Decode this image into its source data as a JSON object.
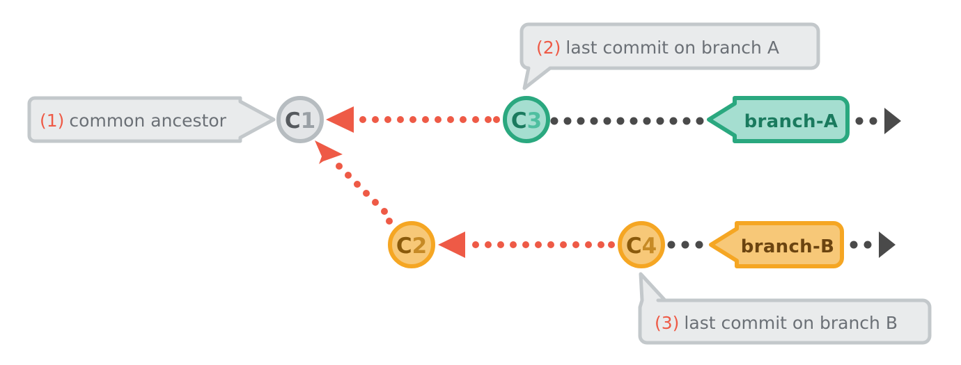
{
  "diagram": {
    "title": "git branch merge-base diagram",
    "background": "#ffffff"
  },
  "callouts": [
    {
      "id": "callout-1",
      "number": "(1)",
      "text": "common ancestor",
      "fill": "#e9ebec",
      "stroke": "#c3c8cb",
      "number_color": "#ee5a46",
      "text_color": "#6b7076",
      "points_to": "C1",
      "tail": "right"
    },
    {
      "id": "callout-2",
      "number": "(2)",
      "text": "last commit on branch A",
      "fill": "#e9ebec",
      "stroke": "#c3c8cb",
      "number_color": "#ee5a46",
      "text_color": "#6b7076",
      "points_to": "C3",
      "tail": "bottom-left"
    },
    {
      "id": "callout-3",
      "number": "(3)",
      "text": "last commit on branch B",
      "fill": "#e9ebec",
      "stroke": "#c3c8cb",
      "number_color": "#ee5a46",
      "text_color": "#6b7076",
      "points_to": "C4",
      "tail": "top-left"
    }
  ],
  "commits": [
    {
      "id": "C1",
      "label_c": "C",
      "label_n": "1",
      "fill": "#e3e5e7",
      "stroke": "#b6bcc0",
      "c_color": "#55595d",
      "n_color": "#9aa0a5"
    },
    {
      "id": "C2",
      "label_c": "C",
      "label_n": "2",
      "fill": "#f7c878",
      "stroke": "#f5a623",
      "c_color": "#8a5a0b",
      "n_color": "#c68a26"
    },
    {
      "id": "C3",
      "label_c": "C",
      "label_n": "3",
      "fill": "#a5ded0",
      "stroke": "#2aa87f",
      "c_color": "#1a7a5e",
      "n_color": "#4fbfa0"
    },
    {
      "id": "C4",
      "label_c": "C",
      "label_n": "4",
      "fill": "#f7c878",
      "stroke": "#f5a623",
      "c_color": "#8a5a0b",
      "n_color": "#c68a26"
    }
  ],
  "branches": [
    {
      "id": "branch-A",
      "label": "branch-A",
      "fill": "#a5ded0",
      "stroke": "#2aa87f",
      "text_color": "#1a7a5e"
    },
    {
      "id": "branch-B",
      "label": "branch-B",
      "fill": "#f7c878",
      "stroke": "#f5a623",
      "text_color": "#6b4410"
    }
  ],
  "edges": [
    {
      "id": "edge-C3-to-C1",
      "from": "C3",
      "to": "C1",
      "style": "dotted",
      "color": "#ee5a46",
      "arrow": "left",
      "dot_count": 13
    },
    {
      "id": "edge-C2-to-C1",
      "from": "C2",
      "to": "C1",
      "style": "dotted",
      "color": "#ee5a46",
      "arrow": "up-left",
      "dot_count": 7
    },
    {
      "id": "edge-C4-to-C2",
      "from": "C4",
      "to": "C2",
      "style": "dotted",
      "color": "#ee5a46",
      "arrow": "left",
      "dot_count": 12
    },
    {
      "id": "edge-C3-to-branchA",
      "from": "C3",
      "to": "branch-A",
      "style": "dotted",
      "color": "#4a4a4a",
      "arrow": "none",
      "dot_count": 13
    },
    {
      "id": "edge-C4-to-branchB",
      "from": "C4",
      "to": "branch-B",
      "style": "dotted",
      "color": "#4a4a4a",
      "arrow": "none",
      "dot_count": 3
    }
  ],
  "end_markers": [
    {
      "id": "end-marker-a",
      "color": "#4a4a4a",
      "dot_count": 2,
      "direction": "right"
    },
    {
      "id": "end-marker-b",
      "color": "#4a4a4a",
      "dot_count": 2,
      "direction": "right"
    }
  ]
}
